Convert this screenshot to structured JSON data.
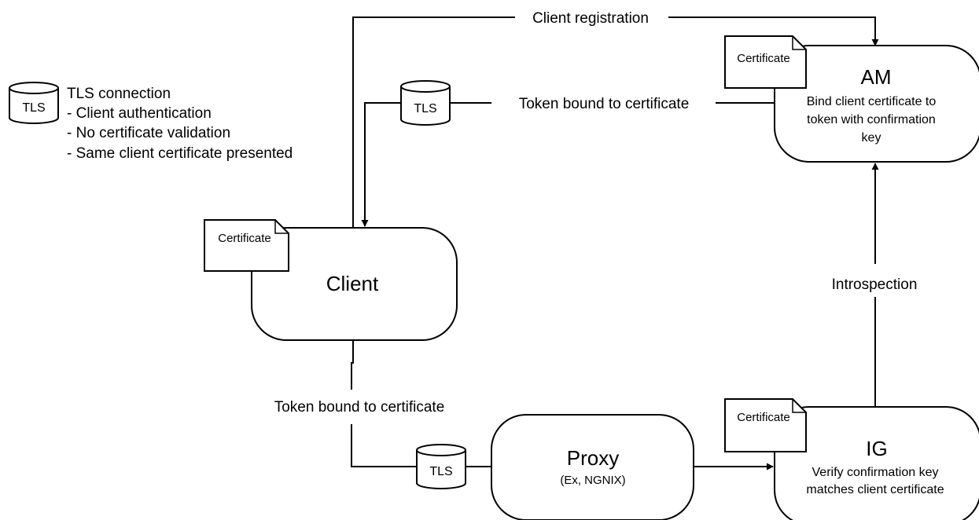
{
  "legend": {
    "cylinder_label": "TLS",
    "title": "TLS connection",
    "lines": [
      "- Client authentication",
      "- No certificate validation",
      "- Same client certificate presented"
    ]
  },
  "nodes": {
    "am": {
      "title": "AM",
      "desc": [
        "Bind client certificate to",
        "token with confirmation",
        "key"
      ],
      "certificate": "Certificate"
    },
    "client": {
      "title": "Client",
      "certificate": "Certificate"
    },
    "proxy": {
      "title": "Proxy",
      "subtitle": "(Ex, NGNIX)"
    },
    "ig": {
      "title": "IG",
      "desc": [
        "Verify confirmation key",
        "matches client certificate"
      ],
      "certificate": "Certificate"
    }
  },
  "edges": {
    "client_registration": "Client registration",
    "token_bound_top": "Token bound to certificate",
    "tls_top": "TLS",
    "token_bound_bottom": "Token bound to certificate",
    "tls_bottom": "TLS",
    "introspection": "Introspection"
  }
}
